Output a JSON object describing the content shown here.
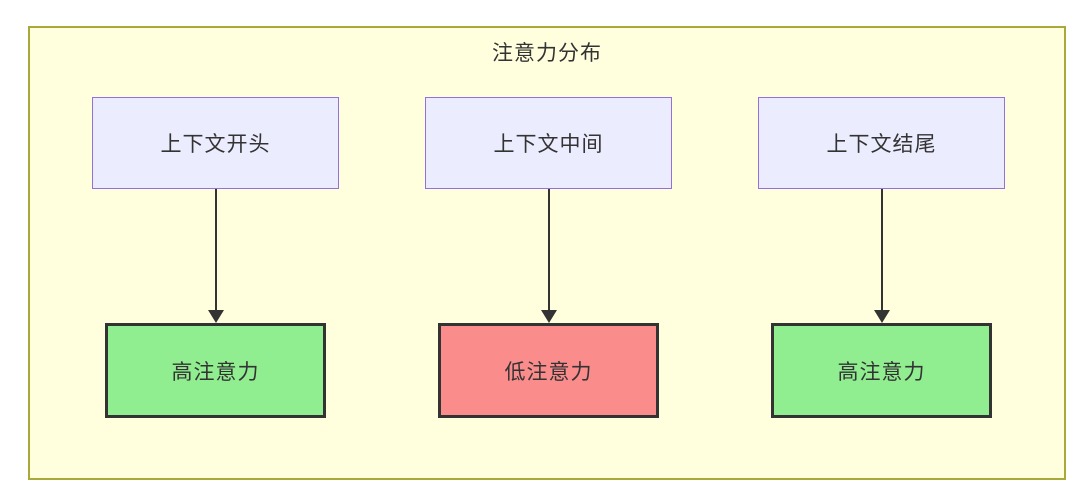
{
  "diagram": {
    "title": "注意力分布",
    "columns": [
      {
        "source": "上下文开头",
        "result": "高注意力",
        "level": "high"
      },
      {
        "source": "上下文中间",
        "result": "低注意力",
        "level": "low"
      },
      {
        "source": "上下文结尾",
        "result": "高注意力",
        "level": "high"
      }
    ],
    "colors": {
      "canvas_bg": "#ffffde",
      "canvas_border": "#a9a93a",
      "source_fill": "#ececff",
      "source_border": "#9370db",
      "high_attention_fill": "#90ee90",
      "low_attention_fill": "#fa8c8c",
      "result_border": "#333333",
      "arrow": "#333333",
      "text": "#333333"
    }
  }
}
